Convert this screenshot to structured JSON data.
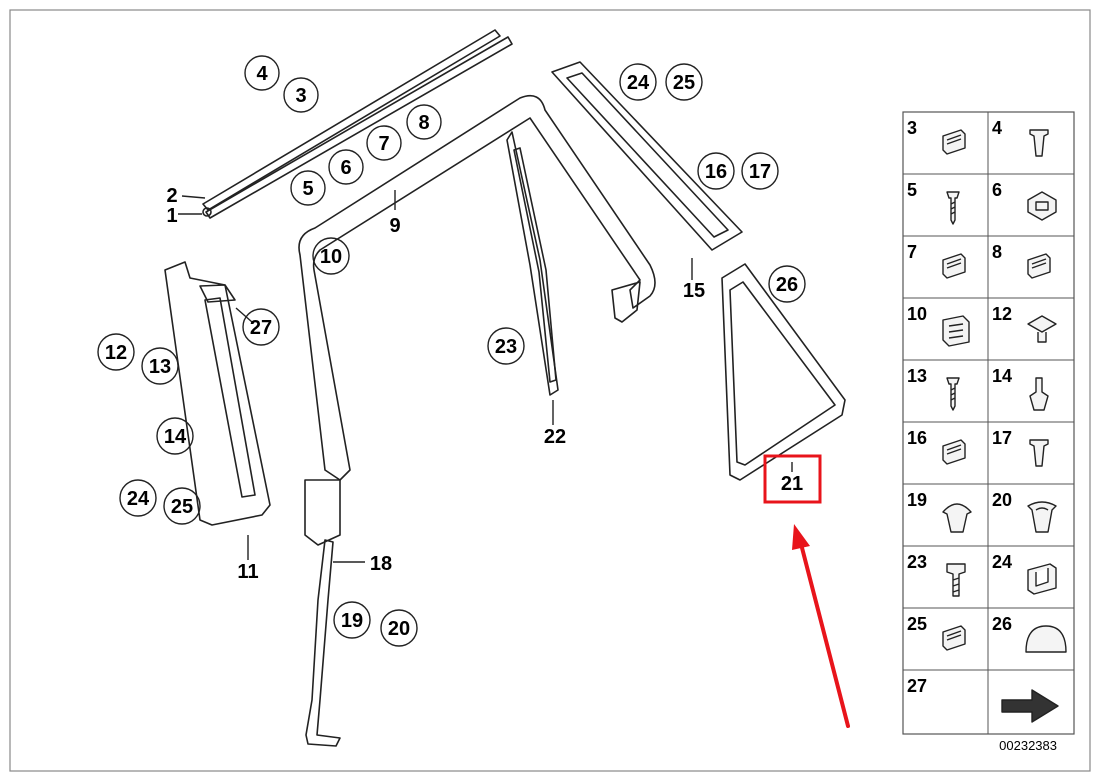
{
  "diagram": {
    "circled_labels": [
      "4",
      "3",
      "8",
      "7",
      "6",
      "5",
      "10",
      "27",
      "12",
      "13",
      "14",
      "24",
      "25",
      "23",
      "24",
      "25",
      "16",
      "17",
      "26",
      "19",
      "20"
    ],
    "plain_labels": [
      "2",
      "1",
      "9",
      "11",
      "18",
      "22",
      "15",
      "21"
    ],
    "highlight": {
      "label": "21",
      "color": "#e8141b"
    },
    "arrow_color": "#e8141b"
  },
  "legend": {
    "items": [
      {
        "num": "3",
        "icon": "clip-icon"
      },
      {
        "num": "4",
        "icon": "plug-icon"
      },
      {
        "num": "5",
        "icon": "screw-icon"
      },
      {
        "num": "6",
        "icon": "nut-clip-icon"
      },
      {
        "num": "7",
        "icon": "clip-icon"
      },
      {
        "num": "8",
        "icon": "clip-icon"
      },
      {
        "num": "10",
        "icon": "bracket-clip-icon"
      },
      {
        "num": "12",
        "icon": "square-nut-icon"
      },
      {
        "num": "13",
        "icon": "screw-icon"
      },
      {
        "num": "14",
        "icon": "rivet-icon"
      },
      {
        "num": "16",
        "icon": "clip-icon"
      },
      {
        "num": "17",
        "icon": "plug-icon"
      },
      {
        "num": "19",
        "icon": "push-button-icon"
      },
      {
        "num": "20",
        "icon": "grommet-icon"
      },
      {
        "num": "23",
        "icon": "bolt-icon"
      },
      {
        "num": "24",
        "icon": "spring-clip-icon"
      },
      {
        "num": "25",
        "icon": "clip-icon"
      },
      {
        "num": "26",
        "icon": "cap-icon"
      },
      {
        "num": "27",
        "icon": ""
      },
      {
        "num": "",
        "icon": "direction-arrow-icon"
      }
    ]
  },
  "reference_number": "00232383"
}
